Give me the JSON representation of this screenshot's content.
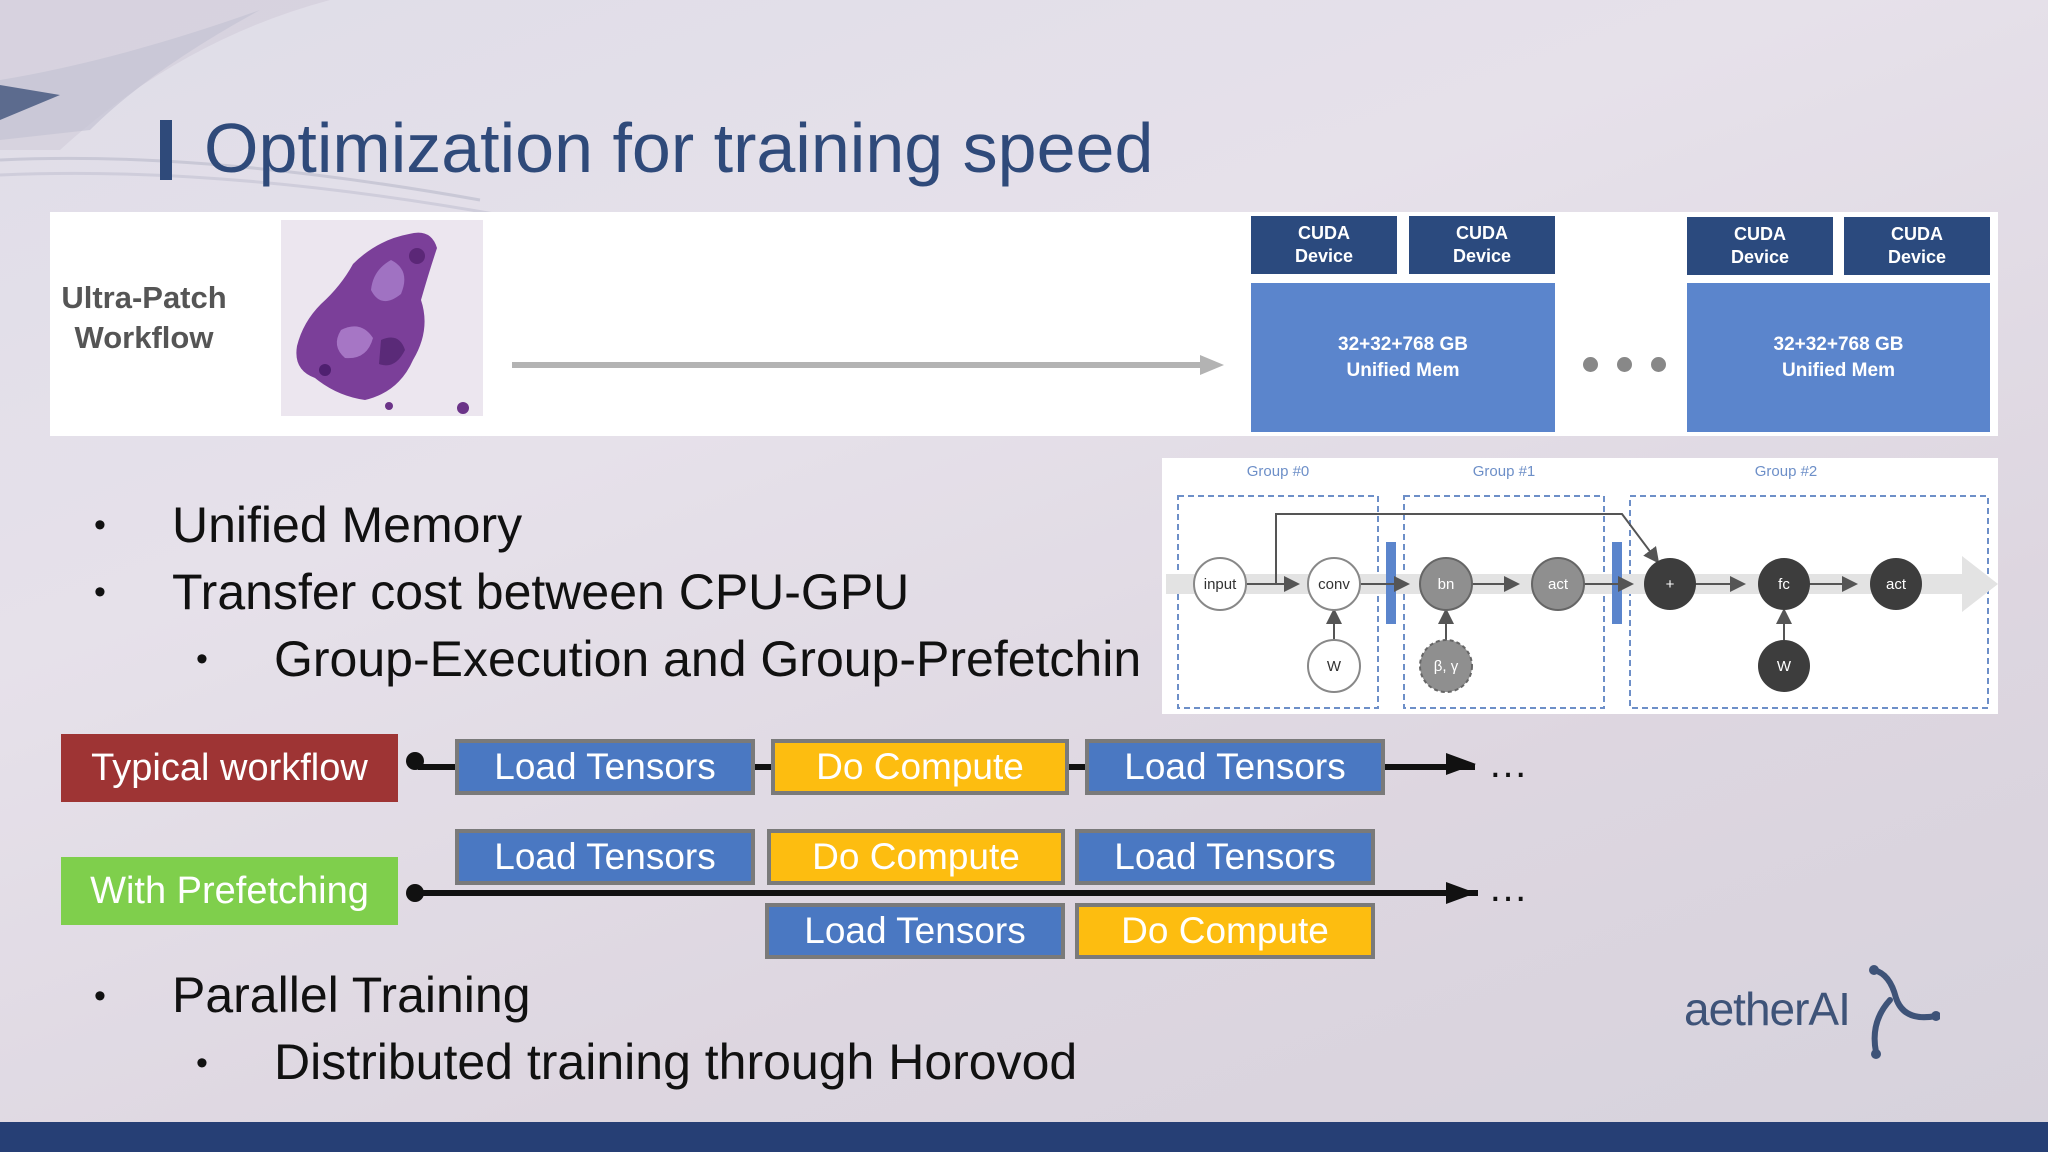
{
  "title": "Optimization for training speed",
  "workflow_panel": {
    "label_line1": "Ultra-Patch",
    "label_line2": "Workflow",
    "group_a": {
      "device1_l1": "CUDA",
      "device1_l2": "Device",
      "device2_l1": "CUDA",
      "device2_l2": "Device",
      "mem_l1": "32+32+768 GB",
      "mem_l2": "Unified Mem"
    },
    "group_b": {
      "device1_l1": "CUDA",
      "device1_l2": "Device",
      "device2_l1": "CUDA",
      "device2_l2": "Device",
      "mem_l1": "32+32+768 GB",
      "mem_l2": "Unified Mem"
    }
  },
  "bullets": {
    "b1": "Unified Memory",
    "b2": "Transfer cost between CPU-GPU",
    "b2_sub": "Group-Execution and Group-Prefetchin",
    "b3": "Parallel Training",
    "b3_sub": "Distributed training through Horovod"
  },
  "graph": {
    "group0": "Group #0",
    "group1": "Group #1",
    "group2": "Group #2",
    "nodes": {
      "input": "input",
      "conv": "conv",
      "w1": "W",
      "bn": "bn",
      "beta": "β, γ",
      "act1": "act",
      "plus": "+",
      "fc": "fc",
      "w2": "W",
      "act2": "act"
    }
  },
  "timeline": {
    "typical_label": "Typical workflow",
    "prefetch_label": "With Prefetching",
    "load": "Load Tensors",
    "compute": "Do Compute",
    "ellipsis": "…"
  },
  "logo": {
    "text": "aetherAI"
  },
  "colors": {
    "title": "#2f4a7a",
    "cuda_header": "#2b4a7e",
    "unified_mem": "#5b85cc",
    "load_box": "#4a78c2",
    "compute_box": "#fdbd10",
    "typical_tag": "#9e3434",
    "prefetch_tag": "#7fcf4c",
    "footer": "#263f75"
  }
}
